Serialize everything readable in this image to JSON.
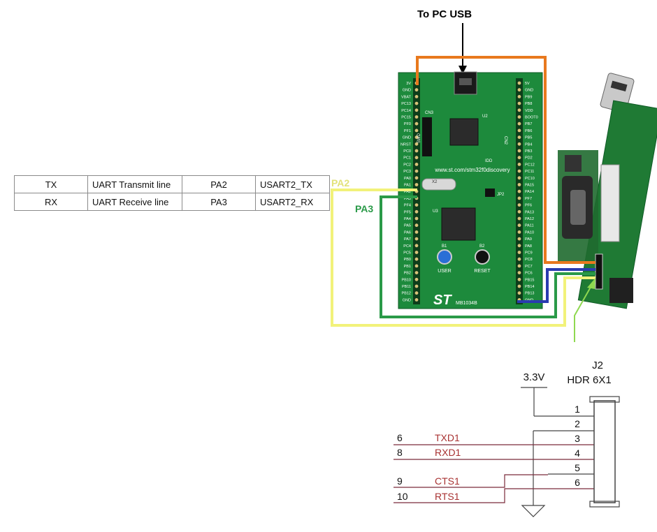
{
  "usb_label": "To PC USB",
  "signal_table": {
    "rows": [
      [
        "TX",
        "UART Transmit line",
        "PA2",
        "USART2_TX"
      ],
      [
        "RX",
        "UART Receive line",
        "PA3",
        "USART2_RX"
      ]
    ]
  },
  "wire_labels": {
    "pa2": "PA2",
    "pa3": "PA3"
  },
  "board": {
    "left_pins": [
      "3V",
      "GND",
      "VBAT",
      "PC13",
      "PC14",
      "PC15",
      "PF0",
      "PF1",
      "GND",
      "NRST",
      "PC0",
      "PC1",
      "PC2",
      "PC3",
      "PA0",
      "PA1",
      "PA2",
      "PA3",
      "PF4",
      "PF5",
      "PA4",
      "PA5",
      "PA6",
      "PA7",
      "PC4",
      "PC5",
      "PB0",
      "PB1",
      "PB2",
      "PB10",
      "PB11",
      "PB12",
      "GND"
    ],
    "right_pins": [
      "5V",
      "GND",
      "PB9",
      "PB8",
      "VDD",
      "BOOT0",
      "PB7",
      "PB6",
      "PB5",
      "PB4",
      "PB3",
      "PD2",
      "PC12",
      "PC11",
      "PC10",
      "PA15",
      "PA14",
      "PF7",
      "PF6",
      "PA13",
      "PA12",
      "PA11",
      "PA10",
      "PA9",
      "PA8",
      "PC9",
      "PC8",
      "PC7",
      "PC6",
      "PB15",
      "PB14",
      "PB13",
      "GND"
    ],
    "url": "www.st.com/stm32f0discovery",
    "model": "MB1034B",
    "user_label": "USER",
    "reset_label": "RESET",
    "b1": "B1",
    "b2": "B2",
    "swd": "SWD",
    "idd": "IDD",
    "x2": "X2",
    "u2": "U2",
    "u3": "U3",
    "cn2": "CN2",
    "cn3": "CN3",
    "jp2": "JP2"
  },
  "schematic": {
    "power": "3.3V",
    "header_ref": "J2",
    "header_name": "HDR 6X1",
    "pins": [
      "1",
      "2",
      "3",
      "4",
      "5",
      "6"
    ],
    "nets": [
      {
        "num": "6",
        "name": "TXD1"
      },
      {
        "num": "8",
        "name": "RXD1"
      },
      {
        "num": "9",
        "name": "CTS1"
      },
      {
        "num": "10",
        "name": "RTS1"
      }
    ]
  },
  "colors": {
    "orange_wire": "#e8791e",
    "yellow_wire": "#f2f27a",
    "green_wire": "#2a9a48",
    "light_green_wire": "#8fd850",
    "blue_wire": "#2a3bb0",
    "board_green": "#1d8a3c",
    "net_red": "#a83232"
  }
}
